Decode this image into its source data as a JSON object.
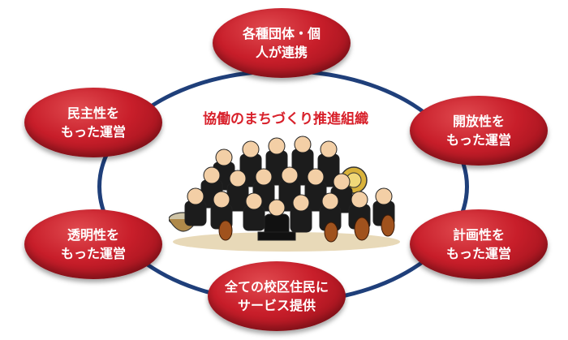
{
  "diagram": {
    "center_title": "協働のまちづくり推進組織",
    "nodes": [
      {
        "id": "top",
        "lines": [
          "各種団体・個",
          "人が連携"
        ]
      },
      {
        "id": "upper-left",
        "lines": [
          "民主性を",
          "もった運営"
        ]
      },
      {
        "id": "upper-right",
        "lines": [
          "開放性を",
          "もった運営"
        ]
      },
      {
        "id": "lower-left",
        "lines": [
          "透明性を",
          "もった運営"
        ]
      },
      {
        "id": "lower-right",
        "lines": [
          "計画性を",
          "もった運営"
        ]
      },
      {
        "id": "bottom",
        "lines": [
          "全ての校区住民に",
          "サービス提供"
        ]
      }
    ]
  },
  "colors": {
    "node_fill": "#c81e2a",
    "ring": "#1f3f7a",
    "title": "#d8202a"
  },
  "illustration": {
    "icon": "orchestra-illustration"
  }
}
